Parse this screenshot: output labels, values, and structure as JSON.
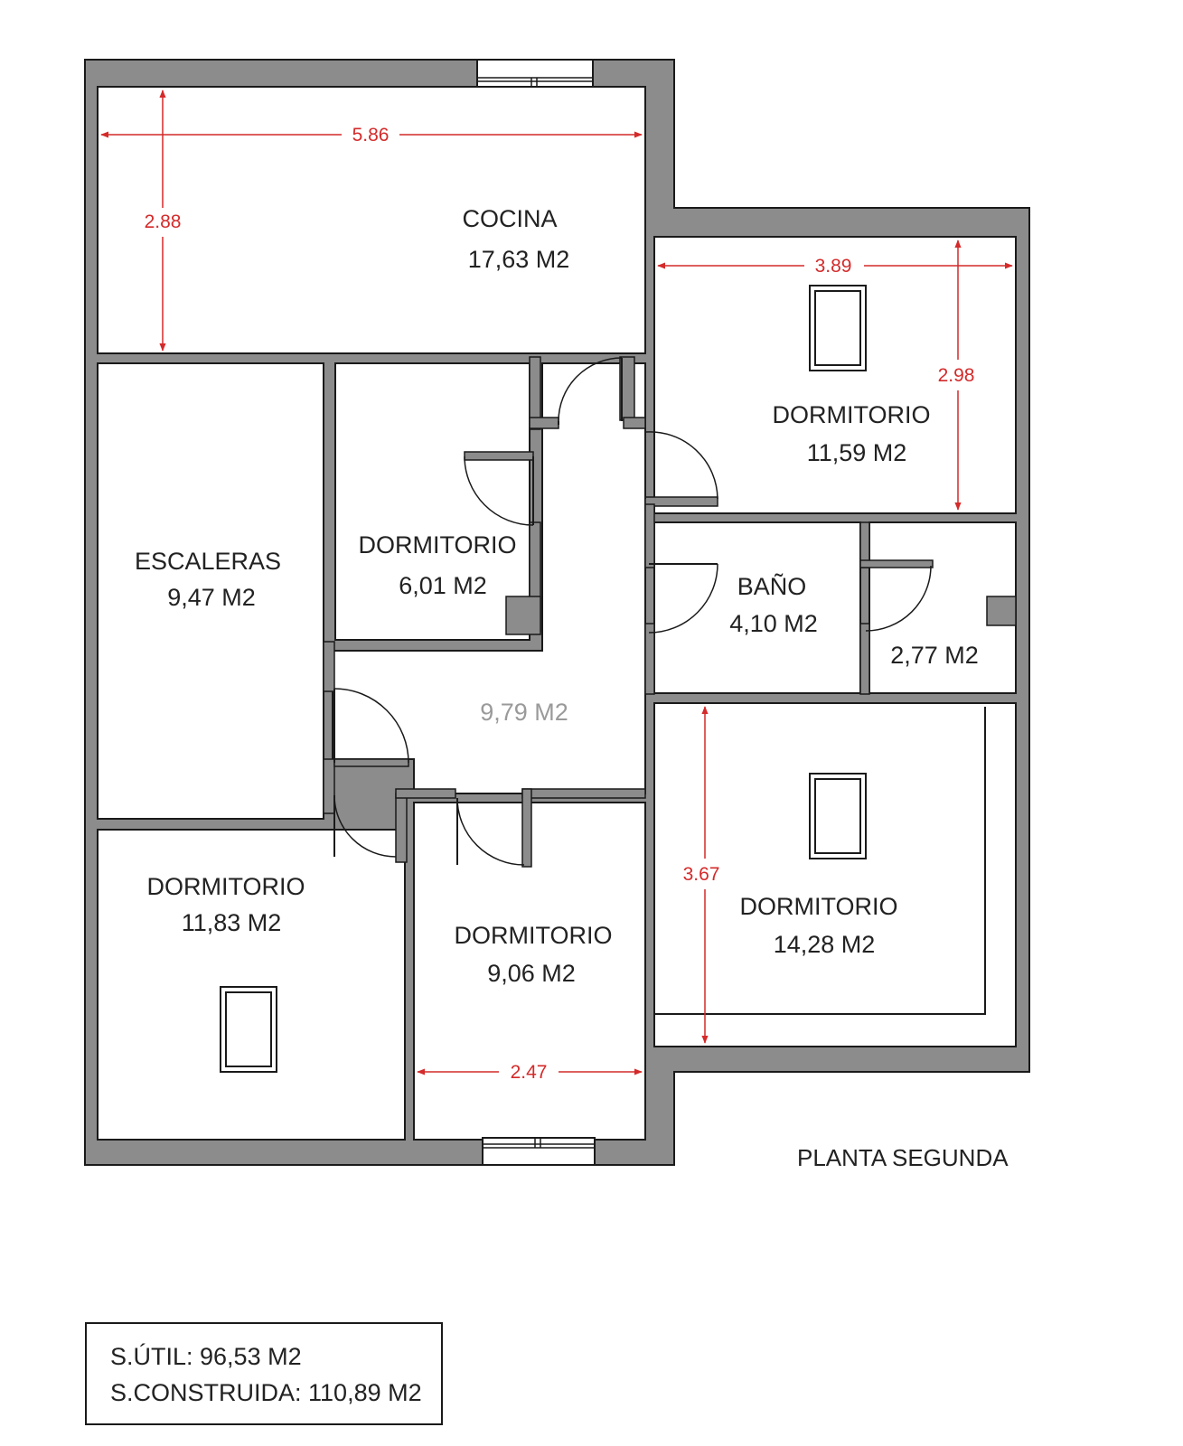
{
  "plan_title": "PLANTA SEGUNDA",
  "rooms": {
    "cocina": {
      "name": "COCINA",
      "area": "17,63 M2"
    },
    "dormitorio_ne": {
      "name": "DORMITORIO",
      "area": "11,59 M2"
    },
    "escaleras": {
      "name": "ESCALERAS",
      "area": "9,47 M2"
    },
    "dormitorio_mid": {
      "name": "DORMITORIO",
      "area": "6,01 M2"
    },
    "bano": {
      "name": "BAÑO",
      "area": "4,10 M2"
    },
    "aseo": {
      "area": "2,77 M2"
    },
    "pasillo": {
      "area": "9,79 M2"
    },
    "dormitorio_sw": {
      "name": "DORMITORIO",
      "area": "11,83 M2"
    },
    "dormitorio_s": {
      "name": "DORMITORIO",
      "area": "9,06 M2"
    },
    "dormitorio_se": {
      "name": "DORMITORIO",
      "area": "14,28 M2"
    }
  },
  "dimensions": {
    "cocina_width": "5.86",
    "cocina_depth": "2.88",
    "dorm_ne_width": "3.89",
    "dorm_ne_depth": "2.98",
    "dorm_se_depth": "3.67",
    "dorm_s_width": "2.47"
  },
  "summary": {
    "util": "S.ÚTIL: 96,53 M2",
    "construida": "S.CONSTRUIDA: 110,89  M2"
  },
  "colors": {
    "wall": "#8c8c8c",
    "dimension": "#d42a2a",
    "text": "#222222"
  }
}
